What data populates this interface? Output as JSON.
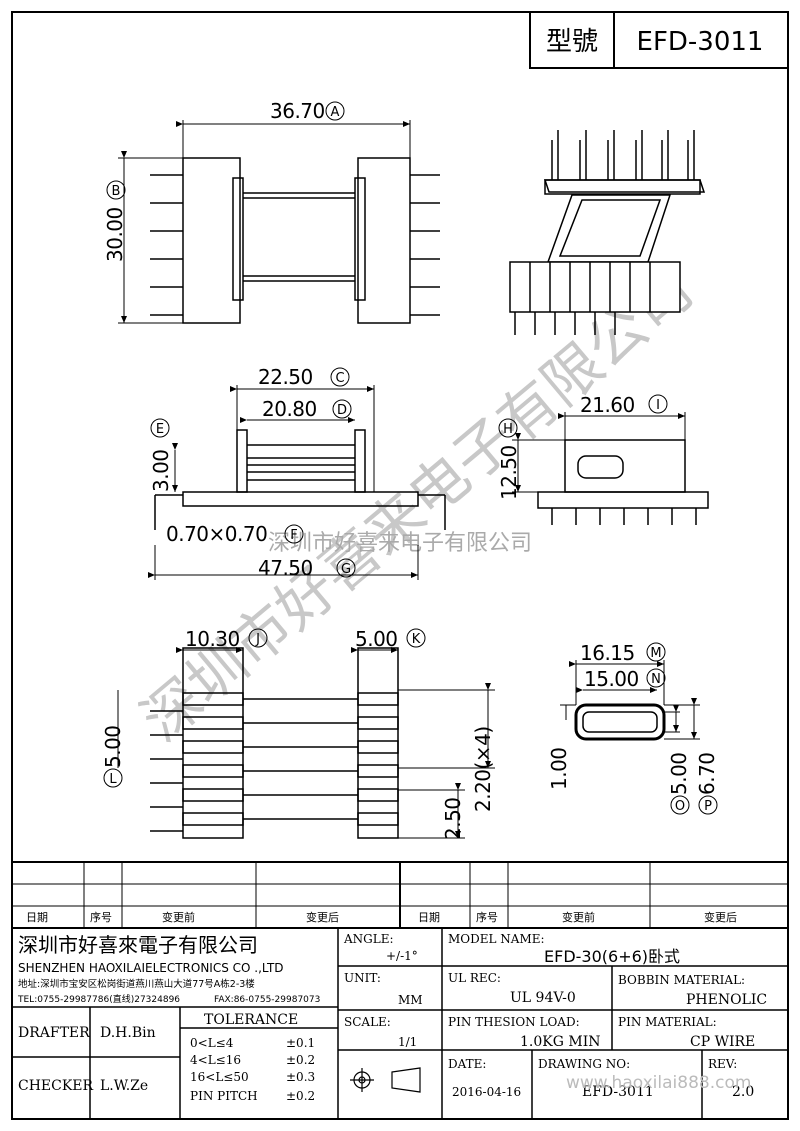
{
  "title_block": {
    "label": "型號",
    "model": "EFD-3011"
  },
  "dimensions": {
    "A": {
      "value": "36.70",
      "letter": "A"
    },
    "B": {
      "value": "30.00",
      "letter": "B"
    },
    "C": {
      "value": "22.50",
      "letter": "C"
    },
    "D": {
      "value": "20.80",
      "letter": "D"
    },
    "E": {
      "value": "3.00",
      "letter": "E"
    },
    "F": {
      "value": "0.70×0.70",
      "letter": "F"
    },
    "G": {
      "value": "47.50",
      "letter": "G"
    },
    "H": {
      "value": "12.50",
      "letter": "H"
    },
    "I": {
      "value": "21.60",
      "letter": "I"
    },
    "J": {
      "value": "10.30",
      "letter": "J"
    },
    "K": {
      "value": "5.00",
      "letter": "K"
    },
    "L": {
      "value": "5.00",
      "letter": "L"
    },
    "pitch": {
      "value": "2.20(×4)"
    },
    "pin250": {
      "value": "2.50"
    },
    "M": {
      "value": "16.15",
      "letter": "M"
    },
    "N": {
      "value": "15.00",
      "letter": "N"
    },
    "wall": {
      "value": "1.00"
    },
    "O": {
      "value": "5.00",
      "letter": "O"
    },
    "P": {
      "value": "6.70",
      "letter": "P"
    }
  },
  "watermark": {
    "large": "深圳市好喜来电子有限公司",
    "small": "深圳市好喜来电子有限公司"
  },
  "revision_table": {
    "headers": [
      "日期",
      "序号",
      "变更前",
      "变更后",
      "日期",
      "序号",
      "变更前",
      "变更后"
    ]
  },
  "company": {
    "name_cn": "深圳市好喜來電子有限公司",
    "name_en": "SHENZHEN HAOXILAIELECTRONICS CO .,LTD",
    "address": "地址:深圳市宝安区松岗街道燕川燕山大道77号A栋2-3楼",
    "tel": "TEL:0755-29987786(直线)27324896",
    "fax": "FAX:86-0755-29987073"
  },
  "signoff": {
    "drafter_label": "DRAFTER",
    "drafter": "D.H.Bin",
    "checker_label": "CHECKER",
    "checker": "L.W.Ze"
  },
  "tolerance": {
    "title": "TOLERANCE",
    "rows": [
      {
        "range": "0<L≤4",
        "tol": "±0.1"
      },
      {
        "range": "4<L≤16",
        "tol": "±0.2"
      },
      {
        "range": "16<L≤50",
        "tol": "±0.3"
      },
      {
        "range": "PIN PITCH",
        "tol": "±0.2"
      }
    ]
  },
  "specs": {
    "angle_label": "ANGLE:",
    "angle": "+/-1°",
    "unit_label": "UNIT:",
    "unit": "MM",
    "scale_label": "SCALE:",
    "scale": "1/1",
    "model_label": "MODEL NAME:",
    "model": "EFD-30(6+6)卧式",
    "ul_label": "UL REC:",
    "ul": "UL 94V-0",
    "bobbin_label": "BOBBIN MATERIAL:",
    "bobbin": "PHENOLIC",
    "load_label": "PIN THESION LOAD:",
    "load": "1.0KG MIN",
    "pin_label": "PIN MATERIAL:",
    "pin": "CP  WIRE",
    "date_label": "DATE:",
    "date": "2016-04-16",
    "drawing_label": "DRAWING NO:",
    "drawing": "EFD-3011",
    "rev_label": "REV:",
    "rev": "2.0",
    "website": "www.haoxilai888.com"
  }
}
